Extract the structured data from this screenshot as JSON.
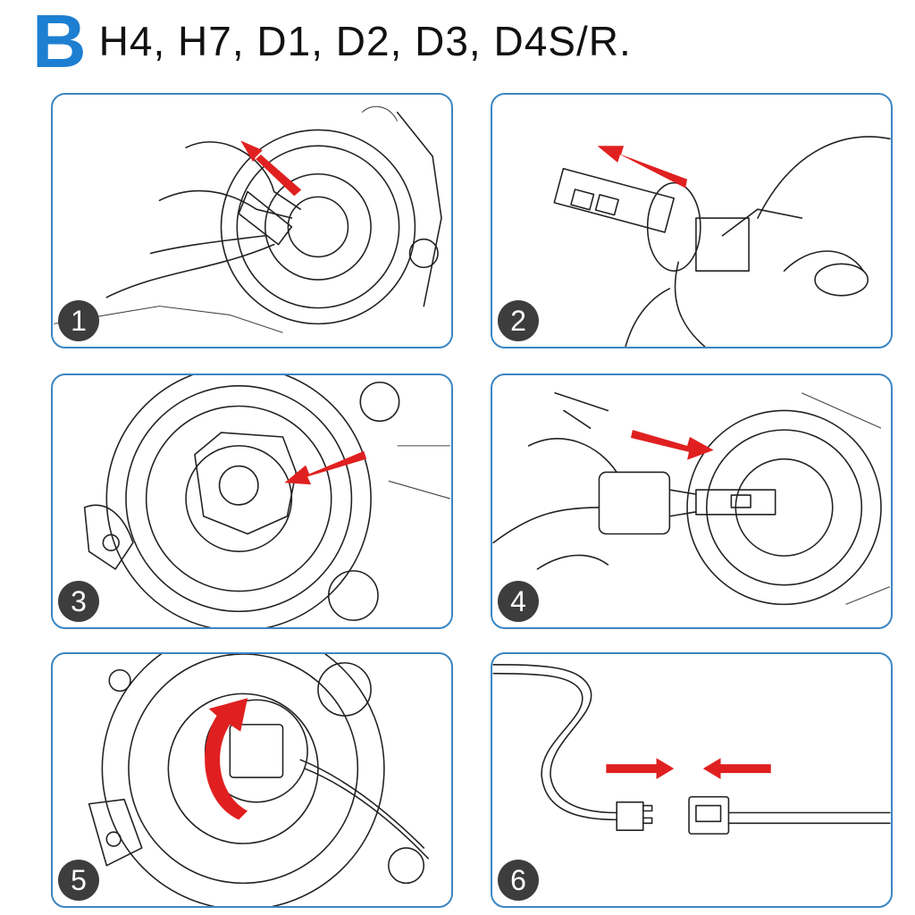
{
  "header": {
    "letter": "B",
    "subtitle": "H4, H7, D1, D2, D3, D4S/R.",
    "letter_color": "#1d7fd1"
  },
  "colors": {
    "frame": "#3a86c4",
    "arrow": "#e02020",
    "badge": "#3d3d3d"
  },
  "steps": [
    {
      "number": "1",
      "illustration": "remove-stock-bulb"
    },
    {
      "number": "2",
      "illustration": "remove-bulb-retainer"
    },
    {
      "number": "3",
      "illustration": "headlight-socket"
    },
    {
      "number": "4",
      "illustration": "insert-led-bulb"
    },
    {
      "number": "5",
      "illustration": "rotate-to-lock"
    },
    {
      "number": "6",
      "illustration": "connect-plug"
    }
  ]
}
